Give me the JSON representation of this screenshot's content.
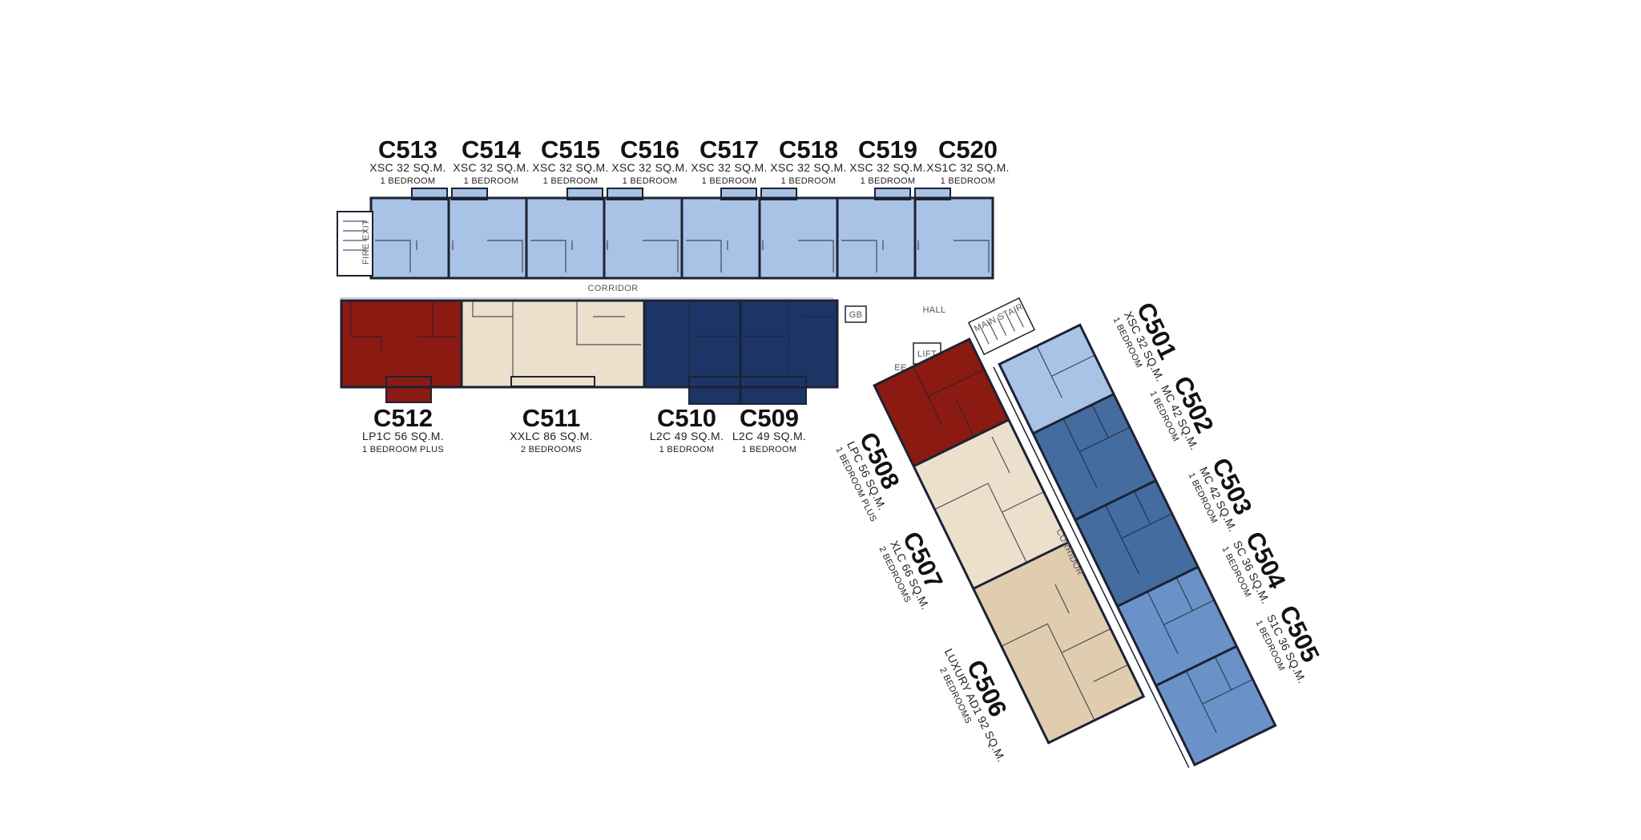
{
  "colors": {
    "light_blue": "#a8c3e6",
    "mid_blue": "#6b92c8",
    "steel_blue": "#456c9e",
    "navy": "#1c3566",
    "red": "#8b1a12",
    "beige_light": "#ece0cc",
    "beige": "#e0cdb0",
    "wall": "#1d2233"
  },
  "top_row": [
    {
      "code": "C513",
      "size": "XSC 32 SQ.M.",
      "beds": "1 BEDROOM"
    },
    {
      "code": "C514",
      "size": "XSC 32 SQ.M.",
      "beds": "1 BEDROOM"
    },
    {
      "code": "C515",
      "size": "XSC 32 SQ.M.",
      "beds": "1 BEDROOM"
    },
    {
      "code": "C516",
      "size": "XSC 32 SQ.M.",
      "beds": "1 BEDROOM"
    },
    {
      "code": "C517",
      "size": "XSC 32 SQ.M.",
      "beds": "1 BEDROOM"
    },
    {
      "code": "C518",
      "size": "XSC 32 SQ.M.",
      "beds": "1 BEDROOM"
    },
    {
      "code": "C519",
      "size": "XSC 32 SQ.M.",
      "beds": "1 BEDROOM"
    },
    {
      "code": "C520",
      "size": "XS1C 32 SQ.M.",
      "beds": "1 BEDROOM"
    }
  ],
  "bottom_row": [
    {
      "code": "C512",
      "size": "LP1C 56 SQ.M.",
      "beds": "1 BEDROOM PLUS"
    },
    {
      "code": "C511",
      "size": "XXLC 86 SQ.M.",
      "beds": "2 BEDROOMS"
    },
    {
      "code": "C510",
      "size": "L2C 49 SQ.M.",
      "beds": "1 BEDROOM"
    },
    {
      "code": "C509",
      "size": "L2C 49 SQ.M.",
      "beds": "1 BEDROOM"
    }
  ],
  "wing_left": [
    {
      "code": "C508",
      "size": "LPC 56 SQ.M.",
      "beds": "1 BEDROOM PLUS"
    },
    {
      "code": "C507",
      "size": "XLC 66 SQ.M.",
      "beds": "2 BEDROOMS"
    },
    {
      "code": "C506",
      "size": "LUXURY AD1 92 SQ.M.",
      "beds": "2 BEDROOMS"
    }
  ],
  "wing_right": [
    {
      "code": "C501",
      "size": "XSC 32 SQ.M.",
      "beds": "1 BEDROOM"
    },
    {
      "code": "C502",
      "size": "MC 42 SQ.M.",
      "beds": "1 BEDROOM"
    },
    {
      "code": "C503",
      "size": "MC 42 SQ.M.",
      "beds": "1 BEDROOM"
    },
    {
      "code": "C504",
      "size": "SC 36 SQ.M.",
      "beds": "1 BEDROOM"
    },
    {
      "code": "C505",
      "size": "S1C 36 SQ.M.",
      "beds": "1 BEDROOM"
    }
  ],
  "areas": {
    "corridor_main": "CORRIDOR",
    "corridor_wing": "CORRIDOR",
    "hall": "HALL",
    "main_stair": "MAIN STAIR",
    "fire_exit": "FIRE EXIT",
    "ee": "EE",
    "gb": "GB",
    "lift": "LIFT"
  }
}
